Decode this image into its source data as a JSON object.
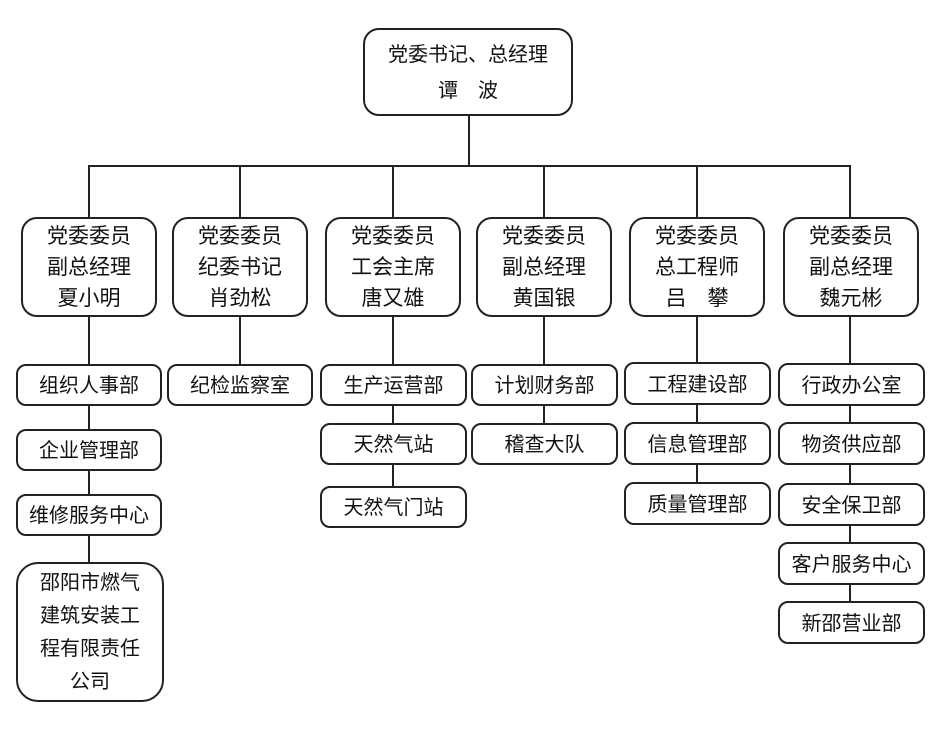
{
  "chart": {
    "type": "org-chart",
    "background_color": "#ffffff",
    "line_color": "#222222",
    "root": {
      "text": "党委书记、总经理\n谭　波"
    },
    "branches": [
      {
        "leader": {
          "text": "党委委员\n副总经理\n夏小明"
        },
        "departments": [
          {
            "text": "组织人事部"
          },
          {
            "text": "企业管理部"
          },
          {
            "text": "维修服务中心"
          },
          {
            "text": "邵阳市燃气\n建筑安装工\n程有限责任\n公司"
          }
        ]
      },
      {
        "leader": {
          "text": "党委委员\n纪委书记\n肖劲松"
        },
        "departments": [
          {
            "text": "纪检监察室"
          }
        ]
      },
      {
        "leader": {
          "text": "党委委员\n工会主席\n唐又雄"
        },
        "departments": [
          {
            "text": "生产运营部"
          },
          {
            "text": "天然气站"
          },
          {
            "text": "天然气门站"
          }
        ]
      },
      {
        "leader": {
          "text": "党委委员\n副总经理\n黄国银"
        },
        "departments": [
          {
            "text": "计划财务部"
          },
          {
            "text": "稽查大队"
          }
        ]
      },
      {
        "leader": {
          "text": "党委委员\n总工程师\n吕　攀"
        },
        "departments": [
          {
            "text": "工程建设部"
          },
          {
            "text": "信息管理部"
          },
          {
            "text": "质量管理部"
          }
        ]
      },
      {
        "leader": {
          "text": "党委委员\n副总经理\n魏元彬"
        },
        "departments": [
          {
            "text": "行政办公室"
          },
          {
            "text": "物资供应部"
          },
          {
            "text": "安全保卫部"
          },
          {
            "text": "客户服务中心"
          },
          {
            "text": "新邵营业部"
          }
        ]
      }
    ]
  }
}
